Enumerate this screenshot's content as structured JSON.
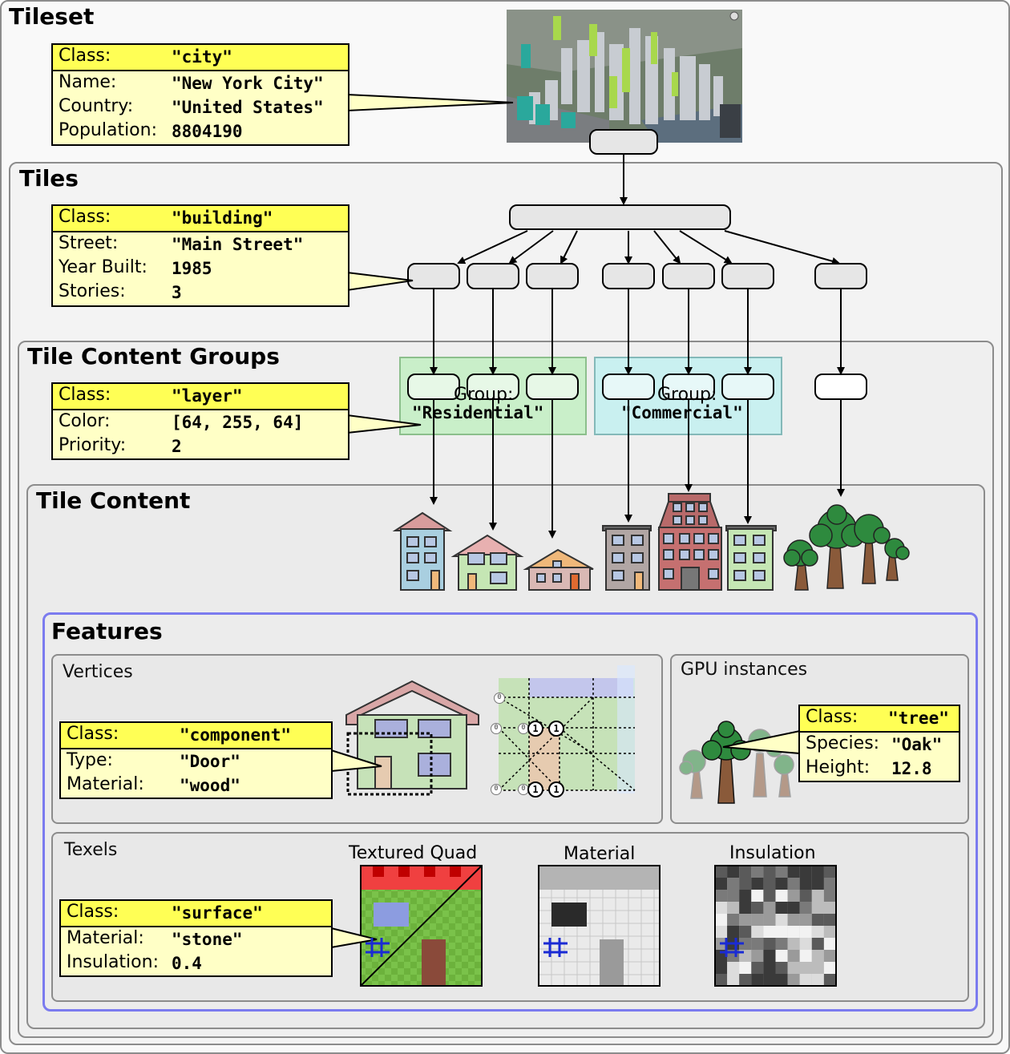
{
  "sections": {
    "tileset": "Tileset",
    "tiles": "Tiles",
    "groups": "Tile Content Groups",
    "content": "Tile Content",
    "features": "Features"
  },
  "subsections": {
    "vertices": "Vertices",
    "gpu_instances": "GPU instances",
    "texels": "Texels"
  },
  "cards": {
    "city": {
      "class_key": "Class:",
      "class_val": "\"city\"",
      "rows": [
        {
          "k": "Name:",
          "v": "\"New York City\""
        },
        {
          "k": "Country:",
          "v": "\"United States\""
        },
        {
          "k": "Population:",
          "v": "8804190"
        }
      ]
    },
    "building": {
      "class_key": "Class:",
      "class_val": "\"building\"",
      "rows": [
        {
          "k": "Street:",
          "v": "\"Main Street\""
        },
        {
          "k": "Year Built:",
          "v": "1985"
        },
        {
          "k": "Stories:",
          "v": "3"
        }
      ]
    },
    "layer": {
      "class_key": "Class:",
      "class_val": "\"layer\"",
      "rows": [
        {
          "k": "Color:",
          "v": "[64, 255, 64]"
        },
        {
          "k": "Priority:",
          "v": "2"
        }
      ]
    },
    "component": {
      "class_key": "Class:",
      "class_val": "\"component\"",
      "rows": [
        {
          "k": "Type:",
          "v": "\"Door\""
        },
        {
          "k": "Material:",
          "v": "\"wood\""
        }
      ]
    },
    "tree": {
      "class_key": "Class:",
      "class_val": "\"tree\"",
      "rows": [
        {
          "k": "Species:",
          "v": "\"Oak\""
        },
        {
          "k": "Height:",
          "v": "12.8"
        }
      ]
    },
    "surface": {
      "class_key": "Class:",
      "class_val": "\"surface\"",
      "rows": [
        {
          "k": "Material:",
          "v": "\"stone\""
        },
        {
          "k": "Insulation:",
          "v": "0.4"
        }
      ]
    }
  },
  "groups": {
    "residential": {
      "label": "Group:",
      "name": "\"Residential\""
    },
    "commercial": {
      "label": "Group:",
      "name": "\"Commercial\""
    }
  },
  "texture_titles": {
    "quad": "Textured Quad",
    "material": "Material",
    "insulation": "Insulation"
  },
  "vertex_index_labels": {
    "zero": "0",
    "one": "1"
  },
  "colors": {
    "card_header": "#ffff55",
    "card_body": "#ffffc6",
    "residential_group": "#c9efc9",
    "commercial_group": "#c9f0f0",
    "features_border": "#7b7bef"
  }
}
